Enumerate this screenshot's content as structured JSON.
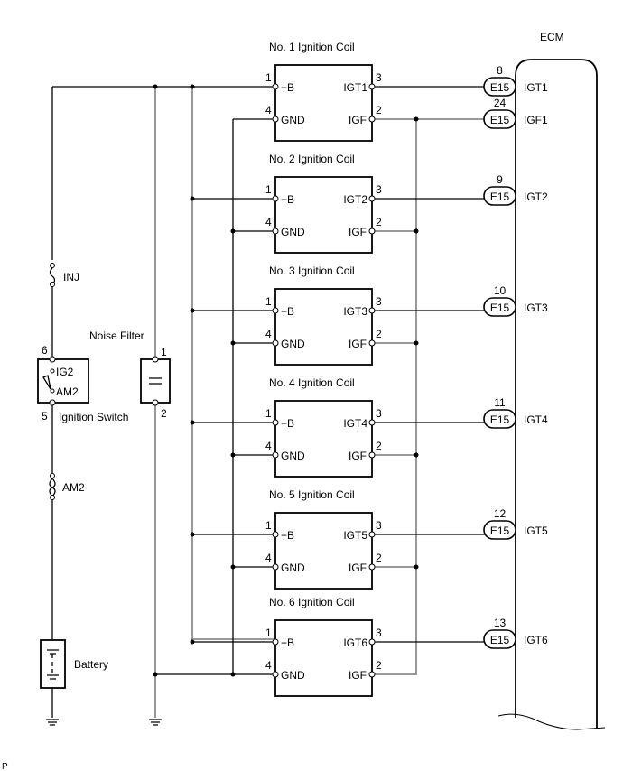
{
  "diagram": {
    "ecm_label": "ECM",
    "footer_mark": "P",
    "fuses": [
      {
        "id": "inj",
        "label": "INJ"
      },
      {
        "id": "am2",
        "label": "AM2"
      }
    ],
    "ignition_switch": {
      "label": "Ignition Switch",
      "terminal_top": "IG2",
      "terminal_bottom": "AM2",
      "pin_top": "6",
      "pin_bottom": "5"
    },
    "noise_filter": {
      "label": "Noise Filter",
      "pin_top": "1",
      "pin_bottom": "2"
    },
    "battery": {
      "label": "Battery"
    },
    "coils": [
      {
        "title": "No. 1 Ignition Coil",
        "pin_b": "1",
        "label_b": "+B",
        "pin_gnd": "4",
        "label_gnd": "GND",
        "pin_igt": "3",
        "label_igt": "IGT1",
        "pin_igf": "2",
        "label_igf": "IGF"
      },
      {
        "title": "No. 2 Ignition Coil",
        "pin_b": "1",
        "label_b": "+B",
        "pin_gnd": "4",
        "label_gnd": "GND",
        "pin_igt": "3",
        "label_igt": "IGT2",
        "pin_igf": "2",
        "label_igf": "IGF"
      },
      {
        "title": "No. 3 Ignition Coil",
        "pin_b": "1",
        "label_b": "+B",
        "pin_gnd": "4",
        "label_gnd": "GND",
        "pin_igt": "3",
        "label_igt": "IGT3",
        "pin_igf": "2",
        "label_igf": "IGF"
      },
      {
        "title": "No. 4 Ignition Coil",
        "pin_b": "1",
        "label_b": "+B",
        "pin_gnd": "4",
        "label_gnd": "GND",
        "pin_igt": "3",
        "label_igt": "IGT4",
        "pin_igf": "2",
        "label_igf": "IGF"
      },
      {
        "title": "No. 5 Ignition Coil",
        "pin_b": "1",
        "label_b": "+B",
        "pin_gnd": "4",
        "label_gnd": "GND",
        "pin_igt": "3",
        "label_igt": "IGT5",
        "pin_igf": "2",
        "label_igf": "IGF"
      },
      {
        "title": "No. 6 Ignition Coil",
        "pin_b": "1",
        "label_b": "+B",
        "pin_gnd": "4",
        "label_gnd": "GND",
        "pin_igt": "3",
        "label_igt": "IGT6",
        "pin_igf": "2",
        "label_igf": "IGF"
      }
    ],
    "ecm_connectors": [
      {
        "connector": "E15",
        "pin": "8",
        "signal": "IGT1"
      },
      {
        "connector": "E15",
        "pin": "24",
        "signal": "IGF1"
      },
      {
        "connector": "E15",
        "pin": "9",
        "signal": "IGT2"
      },
      {
        "connector": "E15",
        "pin": "10",
        "signal": "IGT3"
      },
      {
        "connector": "E15",
        "pin": "11",
        "signal": "IGT4"
      },
      {
        "connector": "E15",
        "pin": "12",
        "signal": "IGT5"
      },
      {
        "connector": "E15",
        "pin": "13",
        "signal": "IGT6"
      }
    ]
  }
}
